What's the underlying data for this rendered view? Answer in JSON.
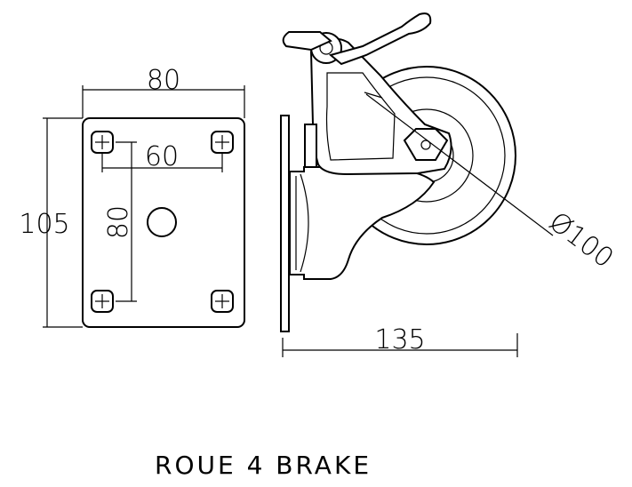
{
  "dimensions": {
    "plate_width": "80",
    "plate_height": "105",
    "hole_spacing_x": "60",
    "hole_spacing_y": "80",
    "total_height": "135",
    "wheel_diameter": "Ø100"
  },
  "title": "ROUE 4 BRAKE",
  "colors": {
    "line": "#000000",
    "background": "#ffffff"
  }
}
